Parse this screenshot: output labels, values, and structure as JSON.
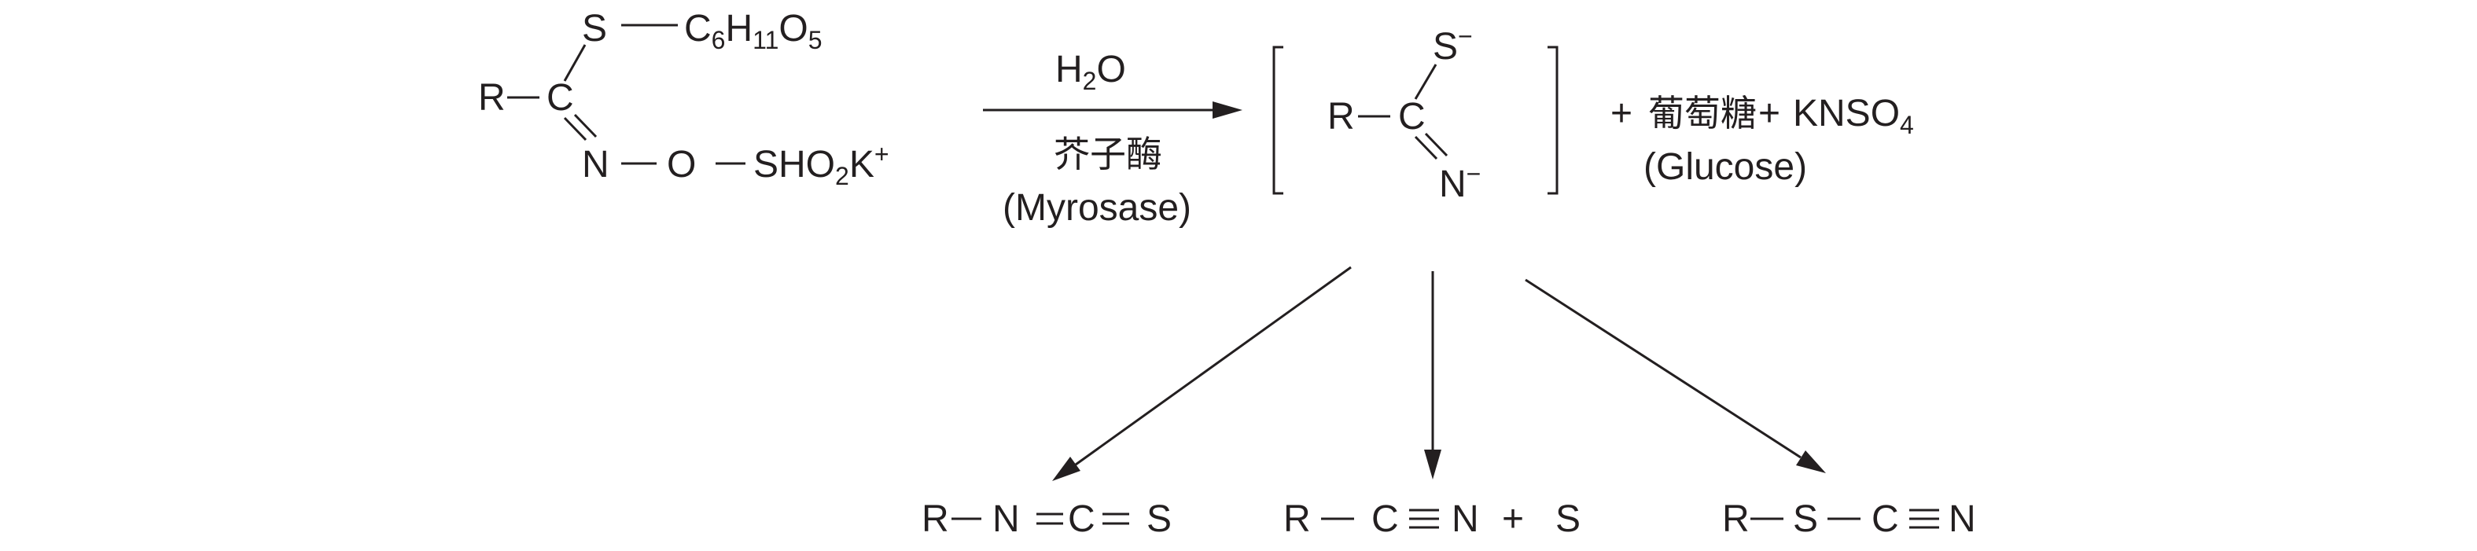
{
  "reactant": {
    "r": "R",
    "c": "C",
    "s": "S",
    "sugar_main": "C",
    "sugar_sub1": "6",
    "sugar_h": "H",
    "sugar_sub2": "11",
    "sugar_o": "O",
    "sugar_sub3": "5",
    "n": "N",
    "o": "O",
    "sulfate_main": "SHO",
    "sulfate_sub": "2",
    "sulfate_k": "K",
    "sulfate_sup": "+"
  },
  "reaction": {
    "reagent_h": "H",
    "reagent_sub": "2",
    "reagent_o": "O",
    "enzyme_cn": "芥子酶",
    "enzyme_en": "(Myrosase)"
  },
  "intermediate": {
    "r": "R",
    "c": "C",
    "s": "S",
    "s_charge": "−",
    "n": "N",
    "n_charge": "−"
  },
  "byproducts": {
    "plus1": "+",
    "glucose_cn": "葡萄糖",
    "plus2": "+",
    "salt_main": "KNSO",
    "salt_sub": "4",
    "glucose_en": "(Glucose)"
  },
  "products": {
    "isothiocyanate": [
      "R",
      "N",
      "C",
      "S"
    ],
    "nitrile": [
      "R",
      "C",
      "N"
    ],
    "nitrile_plus": "+",
    "nitrile_s": "S",
    "thiocyanate": [
      "R",
      "S",
      "C",
      "N"
    ]
  }
}
